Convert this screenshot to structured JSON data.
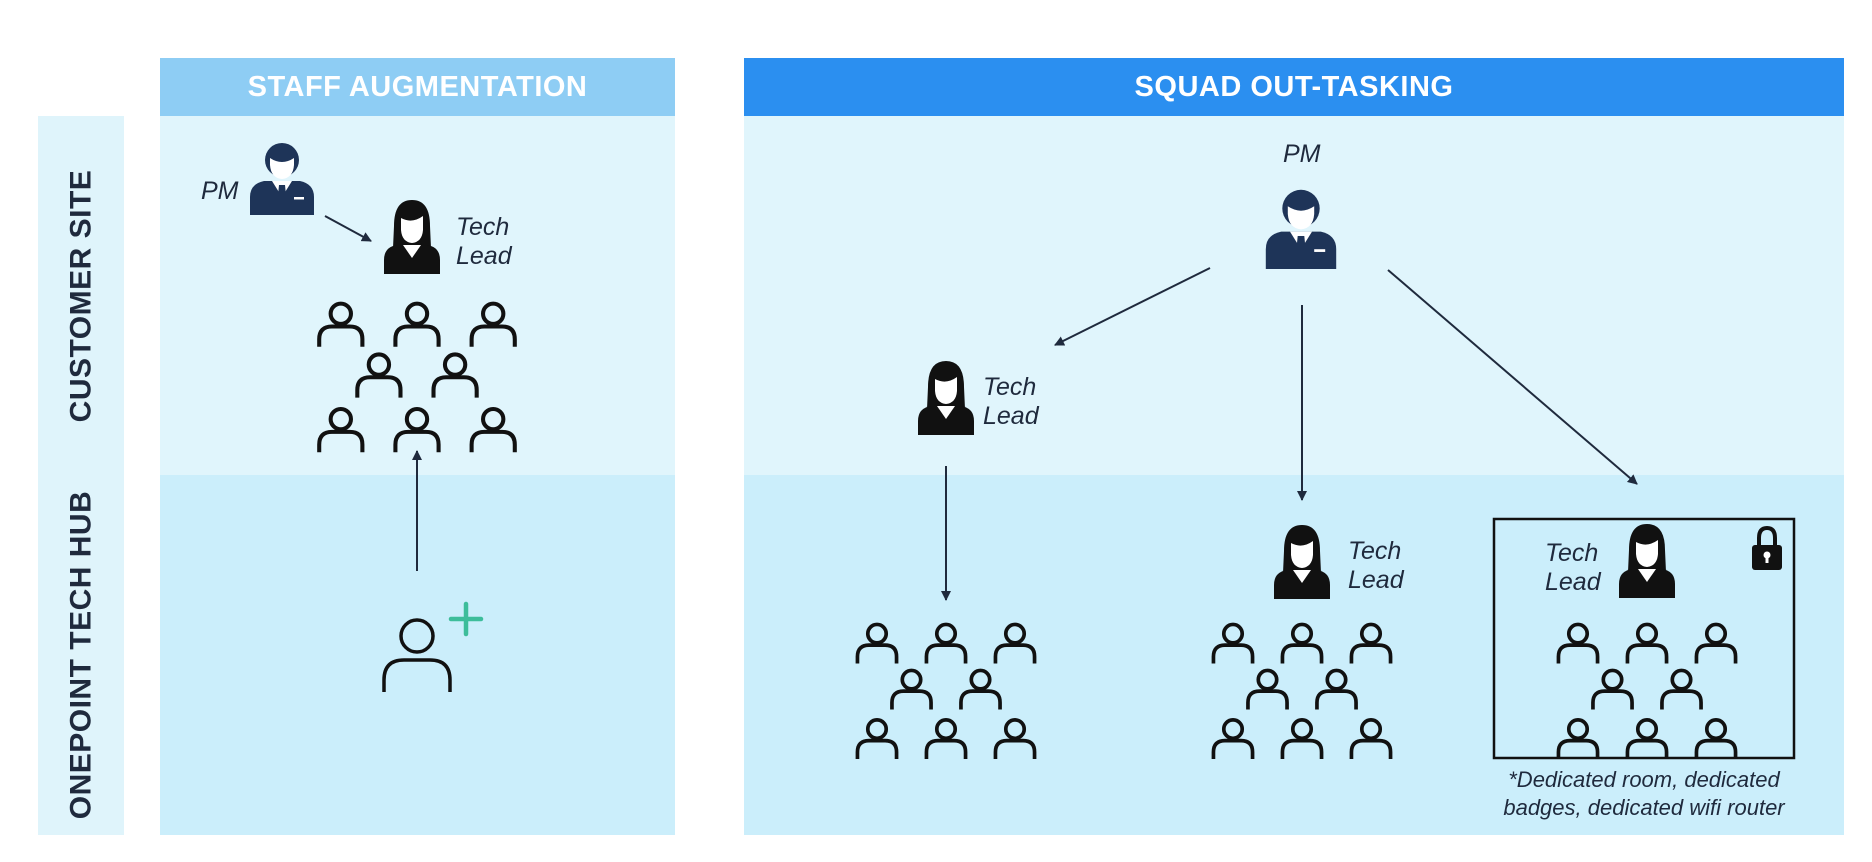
{
  "columns": {
    "staff": {
      "title": "STAFF AUGMENTATION",
      "color": "#8ecdf4"
    },
    "squad": {
      "title": "SQUAD OUT-TASKING",
      "color": "#2b8ff0"
    }
  },
  "rows": {
    "customer_site": "CUSTOMER SITE",
    "tech_hub": "ONEPOINT TECH HUB"
  },
  "labels": {
    "staff_pm": "PM",
    "staff_tech": "Tech",
    "staff_lead": "Lead",
    "squad_pm": "PM",
    "squad_tl1_tech": "Tech",
    "squad_tl1_lead": "Lead",
    "squad_tl2_tech": "Tech",
    "squad_tl2_lead": "Lead",
    "squad_tl3_tech": "Tech",
    "squad_tl3_lead": "Lead"
  },
  "note": {
    "line1": "*Dedicated room, dedicated",
    "line2": "badges, dedicated wifi router"
  },
  "icons": {
    "pm": "manager-icon",
    "tech_lead": "female-lead-icon",
    "team": "team-group-icon",
    "add_person": "add-person-icon",
    "lock": "lock-icon"
  },
  "colors": {
    "band_light": "#e0f5fc",
    "band_dark": "#cbeefb",
    "pm_icon": "#1e3458",
    "plus": "#3dbd9a",
    "ink": "#1f2a3d"
  }
}
